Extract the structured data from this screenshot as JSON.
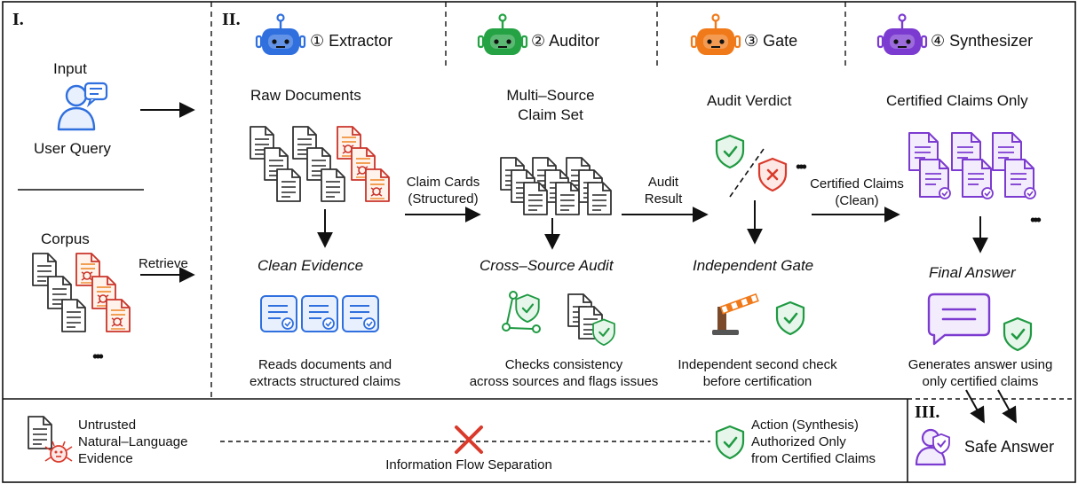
{
  "sections": {
    "one": "I.",
    "two": "II.",
    "three": "III."
  },
  "left": {
    "input_label": "Input",
    "user_query": "User Query",
    "corpus": "Corpus",
    "retrieve": "Retrieve",
    "ellipsis": "•••"
  },
  "agents": [
    {
      "label": "① Extractor",
      "color": "#2f6fde"
    },
    {
      "label": "② Auditor",
      "color": "#25a244"
    },
    {
      "label": "③ Gate",
      "color": "#f07a1a"
    },
    {
      "label": "④ Synthesizer",
      "color": "#7c3bd0"
    }
  ],
  "col1": {
    "title": "Raw Documents",
    "step": "Clean Evidence",
    "desc_line1": "Reads documents and",
    "desc_line2": "extracts structured claims"
  },
  "col2": {
    "title_line1": "Multi–Source",
    "title_line2": "Claim Set",
    "step": "Cross–Source Audit",
    "desc_line1": "Checks consistency",
    "desc_line2": "across sources and flags issues"
  },
  "col3": {
    "title": "Audit Verdict",
    "step": "Independent Gate",
    "desc_line1": "Independent second check",
    "desc_line2": "before certification",
    "ellipsis": "•••"
  },
  "col4": {
    "title": "Certified Claims Only",
    "step": "Final Answer",
    "desc_line1": "Generates answer using",
    "desc_line2": "only certified claims",
    "ellipsis": "•••"
  },
  "arrows": {
    "claim_cards_line1": "Claim Cards",
    "claim_cards_line2": "(Structured)",
    "audit_result_line1": "Audit",
    "audit_result_line2": "Result",
    "certified_line1": "Certified Claims",
    "certified_line2": "(Clean)"
  },
  "bottom": {
    "untrusted_line1": "Untrusted",
    "untrusted_line2": "Natural–Language",
    "untrusted_line3": "Evidence",
    "separation": "Information Flow Separation",
    "action_line1": "Action (Synthesis)",
    "action_line2": "Authorized Only",
    "action_line3": "from Certified Claims",
    "safe_answer": "Safe Answer"
  },
  "colors": {
    "blue": "#2f6fde",
    "green": "#25a244",
    "orange": "#f07a1a",
    "purple": "#7c3bd0",
    "red": "#d93a2b"
  }
}
